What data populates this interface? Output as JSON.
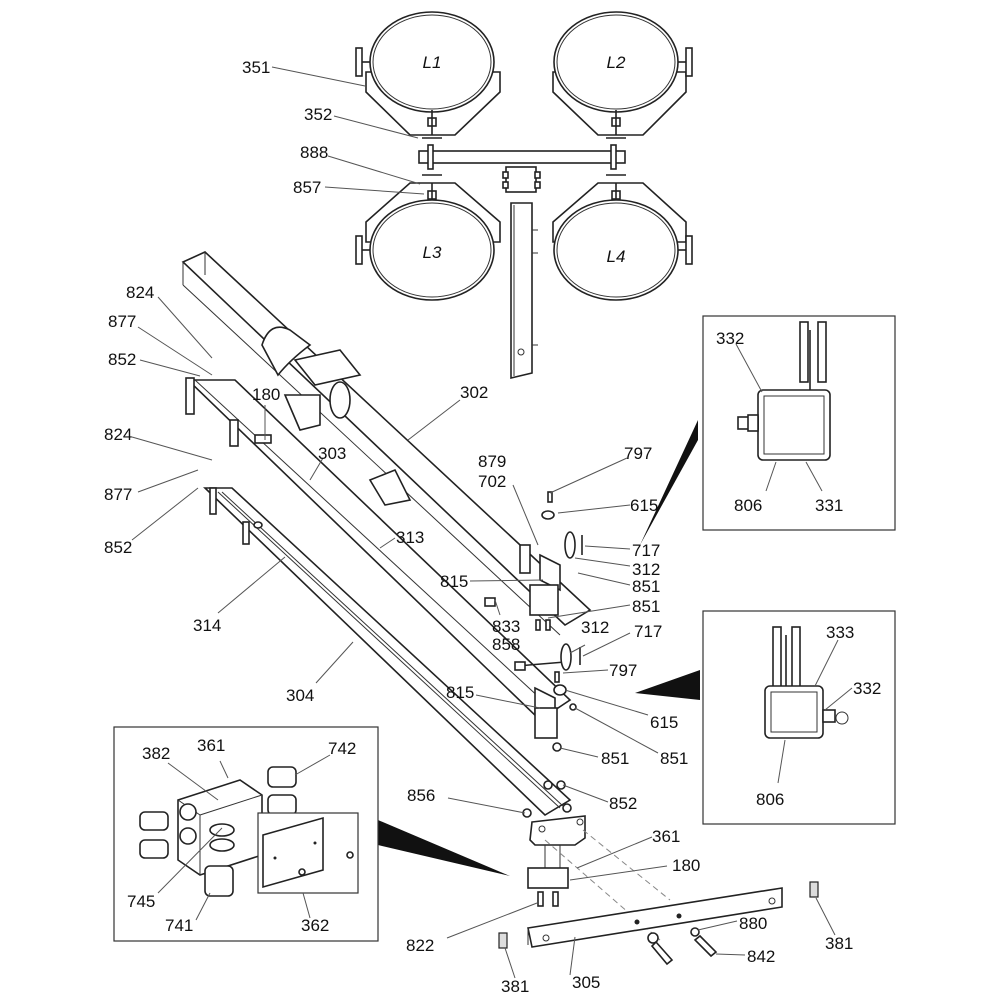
{
  "diagram": {
    "type": "exploded-parts-diagram",
    "lamps": [
      {
        "id": "L1"
      },
      {
        "id": "L2"
      },
      {
        "id": "L3"
      },
      {
        "id": "L4"
      }
    ],
    "labels": {
      "351": "351",
      "352": "352",
      "888": "888",
      "857": "857",
      "824a": "824",
      "877a": "877",
      "852a": "852",
      "824b": "824",
      "877b": "877",
      "852b": "852",
      "180a": "180",
      "302": "302",
      "303": "303",
      "313": "313",
      "314": "314",
      "304": "304",
      "879": "879",
      "702": "702",
      "797a": "797",
      "615a": "615",
      "717a": "717",
      "312a": "312",
      "815a": "815",
      "851a": "851",
      "851b": "851",
      "833": "833",
      "858": "858",
      "312b": "312",
      "717b": "717",
      "797b": "797",
      "815b": "815",
      "615b": "615",
      "851c": "851",
      "851d": "851",
      "856": "856",
      "852c": "852",
      "361b": "361",
      "180b": "180",
      "822": "822",
      "880": "880",
      "842": "842",
      "381a": "381",
      "381b": "381",
      "305": "305"
    },
    "inset_top": {
      "labels": {
        "332": "332",
        "806": "806",
        "331": "331"
      }
    },
    "inset_mid": {
      "labels": {
        "333": "333",
        "332": "332",
        "806": "806"
      }
    },
    "inset_junction_box": {
      "labels": {
        "382": "382",
        "361": "361",
        "742": "742",
        "745": "745",
        "741": "741",
        "362": "362"
      }
    }
  }
}
